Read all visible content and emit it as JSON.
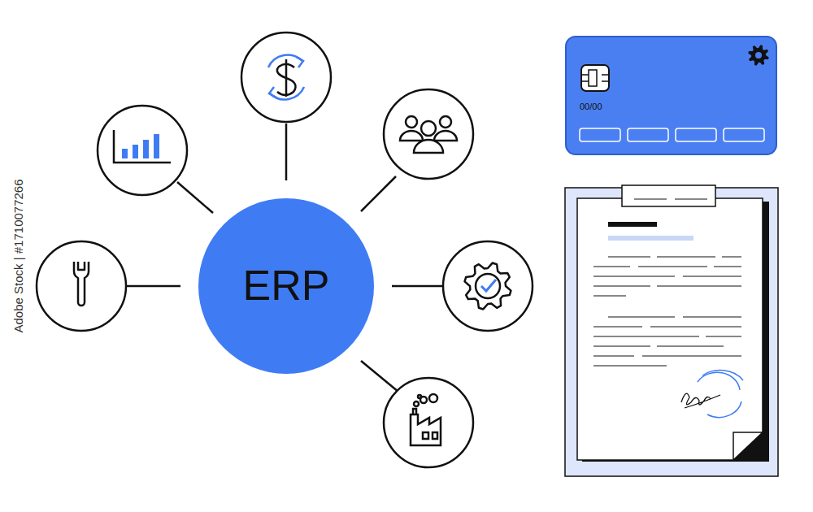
{
  "diagram": {
    "nodes": [
      {
        "text": [
          "ERP"
        ]
      },
      {
        "text": [
          "00/00"
        ]
      }
    ],
    "labels": [
      "Adobe Stock | #1710077266"
    ]
  }
}
